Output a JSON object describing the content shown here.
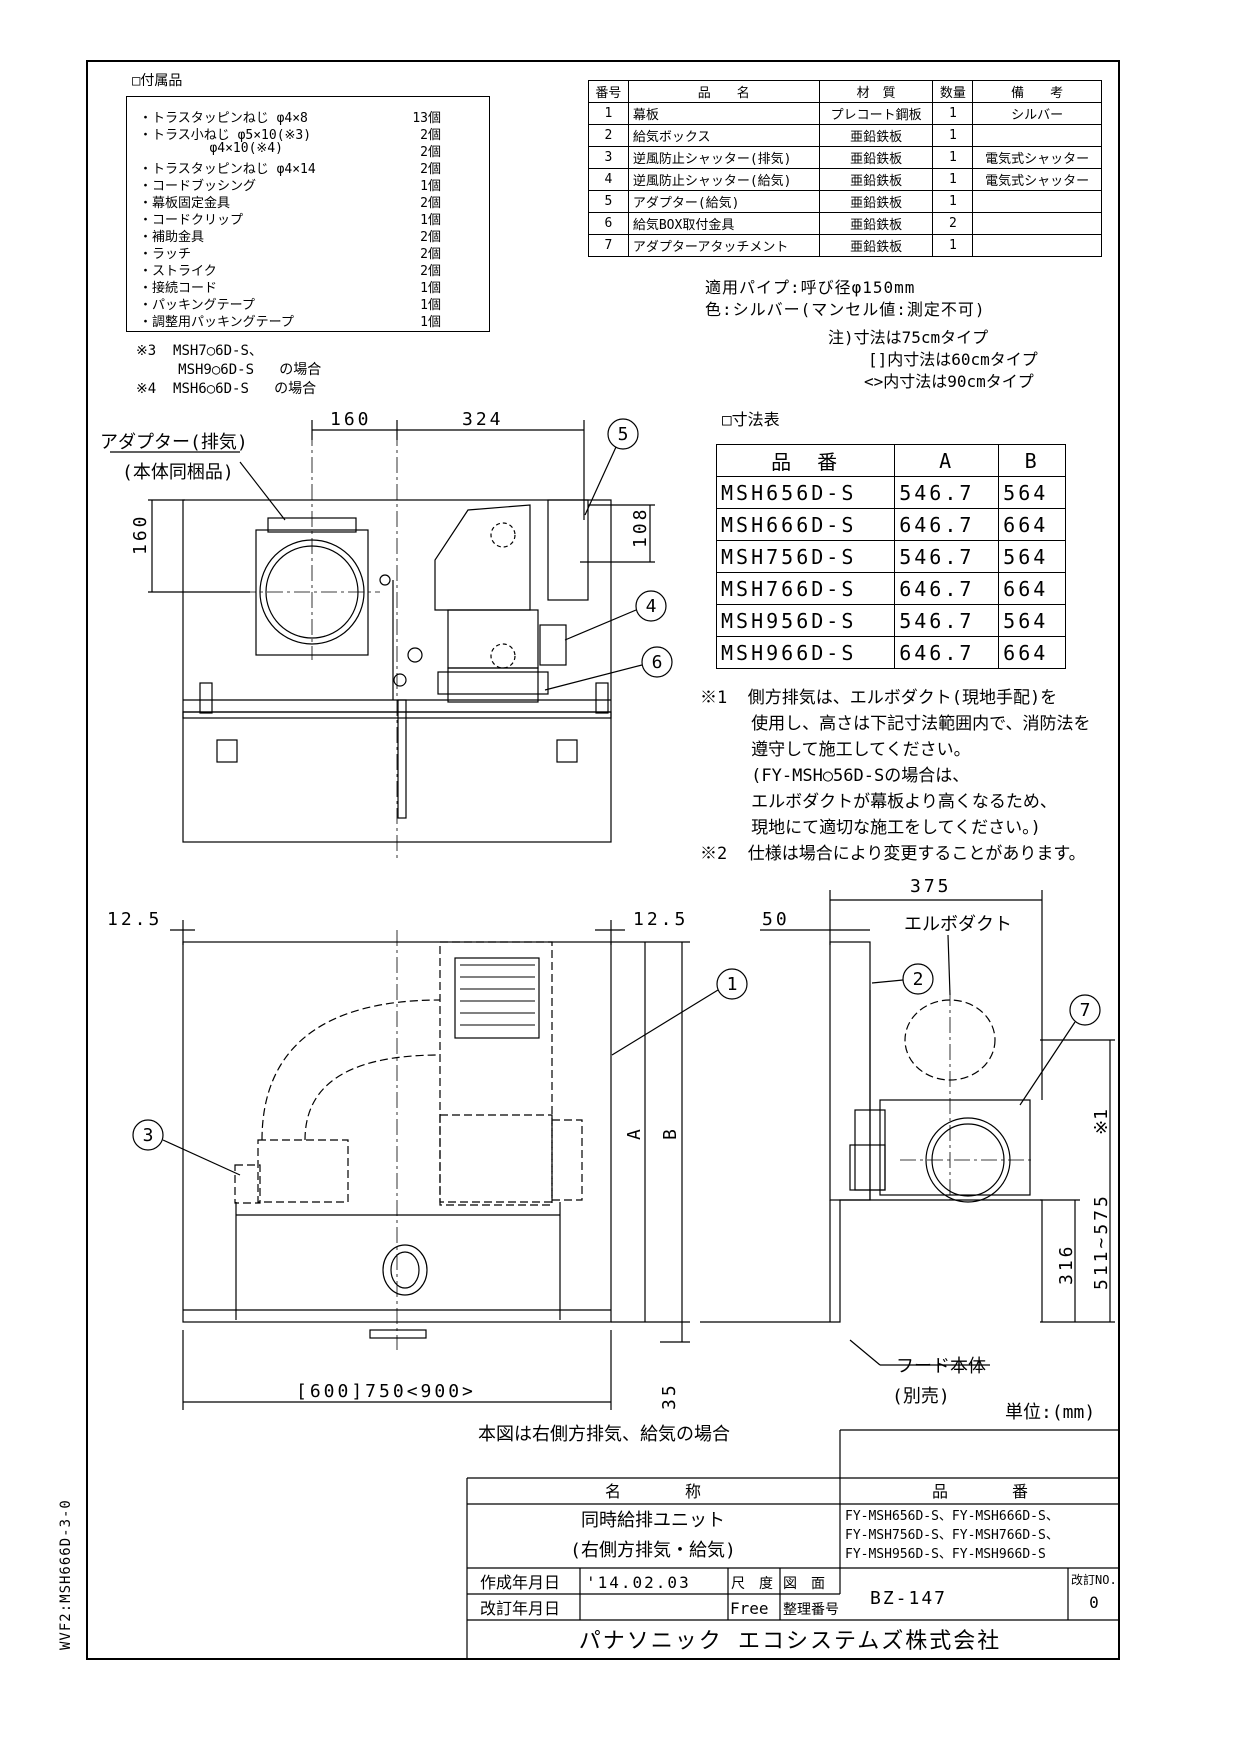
{
  "side_code": "WVF2:MSH666D-3-0",
  "accessories": {
    "title": "□付属品",
    "items": [
      {
        "name": "・トラスタッピンねじ φ4×8",
        "qty": "13個"
      },
      {
        "name": "・トラス小ねじ φ5×10(※3)",
        "qty": "2個"
      },
      {
        "name": "         φ4×10(※4)",
        "qty": "2個"
      },
      {
        "name": "・トラスタッピンねじ φ4×14",
        "qty": "2個"
      },
      {
        "name": "・コードブッシング",
        "qty": "1個"
      },
      {
        "name": "・幕板固定金具",
        "qty": "2個"
      },
      {
        "name": "・コードクリップ",
        "qty": "1個"
      },
      {
        "name": "・補助金具",
        "qty": "2個"
      },
      {
        "name": "・ラッチ",
        "qty": "2個"
      },
      {
        "name": "・ストライク",
        "qty": "2個"
      },
      {
        "name": "・接続コード",
        "qty": "1個"
      },
      {
        "name": "・パッキングテープ",
        "qty": "1個"
      },
      {
        "name": "・調整用パッキングテープ",
        "qty": "1個"
      }
    ],
    "notes": [
      "※3  MSH7○6D-S、",
      "     MSH9○6D-S   の場合",
      "※4  MSH6○6D-S   の場合"
    ]
  },
  "parts_table": {
    "headers": [
      "番号",
      "品　　名",
      "材　質",
      "数量",
      "備　　考"
    ],
    "rows": [
      [
        "1",
        "幕板",
        "プレコート鋼板",
        "1",
        "シルバー"
      ],
      [
        "2",
        "給気ボックス",
        "亜鉛鉄板",
        "1",
        ""
      ],
      [
        "3",
        "逆風防止シャッター(排気)",
        "亜鉛鉄板",
        "1",
        "電気式シャッター"
      ],
      [
        "4",
        "逆風防止シャッター(給気)",
        "亜鉛鉄板",
        "1",
        "電気式シャッター"
      ],
      [
        "5",
        "アダプター(給気)",
        "亜鉛鉄板",
        "1",
        ""
      ],
      [
        "6",
        "給気BOX取付金具",
        "亜鉛鉄板",
        "2",
        ""
      ],
      [
        "7",
        "アダプターアタッチメント",
        "亜鉛鉄板",
        "1",
        ""
      ]
    ]
  },
  "spec_notes": [
    "適用パイプ:呼び径φ150mm",
    "色:シルバー(マンセル値:測定不可)"
  ],
  "dim_notes": [
    "注)寸法は75cmタイプ",
    "[]内寸法は60cmタイプ",
    "<>内寸法は90cmタイプ"
  ],
  "dim_table": {
    "title": "□寸法表",
    "headers": [
      "品　番",
      "A",
      "B"
    ],
    "rows": [
      [
        "MSH656D-S",
        "546.7",
        "564"
      ],
      [
        "MSH666D-S",
        "646.7",
        "664"
      ],
      [
        "MSH756D-S",
        "546.7",
        "564"
      ],
      [
        "MSH766D-S",
        "646.7",
        "664"
      ],
      [
        "MSH956D-S",
        "546.7",
        "564"
      ],
      [
        "MSH966D-S",
        "646.7",
        "664"
      ]
    ]
  },
  "remarks": [
    "※1  側方排気は、エルボダクト(現地手配)を",
    "     使用し、高さは下記寸法範囲内で、消防法を",
    "     遵守して施工してください。",
    "     (FY-MSH○56D-Sの場合は、",
    "     エルボダクトが幕板より高くなるため、",
    "     現地にて適切な施工をしてください。)",
    "※2  仕様は場合により変更することがあります。"
  ],
  "drawing_labels": {
    "adapter_exhaust": "アダプター(排気)",
    "bundled": "(本体同梱品)",
    "dim_160_top": "160",
    "dim_324": "324",
    "dim_160_left": "160",
    "dim_108": "108",
    "dim_12_5_left": "12.5",
    "dim_12_5_right": "12.5",
    "dim_A": "A",
    "dim_B": "B",
    "dim_width": "[600]750<900>",
    "dim_35": "35",
    "dim_50": "50",
    "dim_375": "375",
    "elbow_duct": "エルボダクト",
    "dim_316": "316",
    "dim_511_575": "511~575",
    "note_mark_1": "※1",
    "hood_body": "フード本体",
    "sold_separately": "(別売)",
    "unit": "単位:(mm)",
    "caption": "本図は右側方排気、給気の場合",
    "callouts": [
      "1",
      "2",
      "3",
      "4",
      "5",
      "6",
      "7"
    ]
  },
  "title_block": {
    "name_label": "名　　　　称",
    "product_no_label": "品　　　　番",
    "product_name_1": "同時給排ユニット",
    "product_name_2": "(右側方排気・給気)",
    "product_numbers": [
      "FY-MSH656D-S、FY-MSH666D-S、",
      "FY-MSH756D-S、FY-MSH766D-S、",
      "FY-MSH956D-S、FY-MSH966D-S"
    ],
    "created_label": "作成年月日",
    "created_date": "'14.02.03",
    "revised_label": "改訂年月日",
    "scale_label": "尺　度",
    "scale_value": "Free",
    "drawing_label": "図　面",
    "filing_label": "整理番号",
    "drawing_no": "BZ-147",
    "revision_label": "改訂NO.",
    "revision_no": "0",
    "company": "パナソニック エコシステムズ株式会社"
  }
}
